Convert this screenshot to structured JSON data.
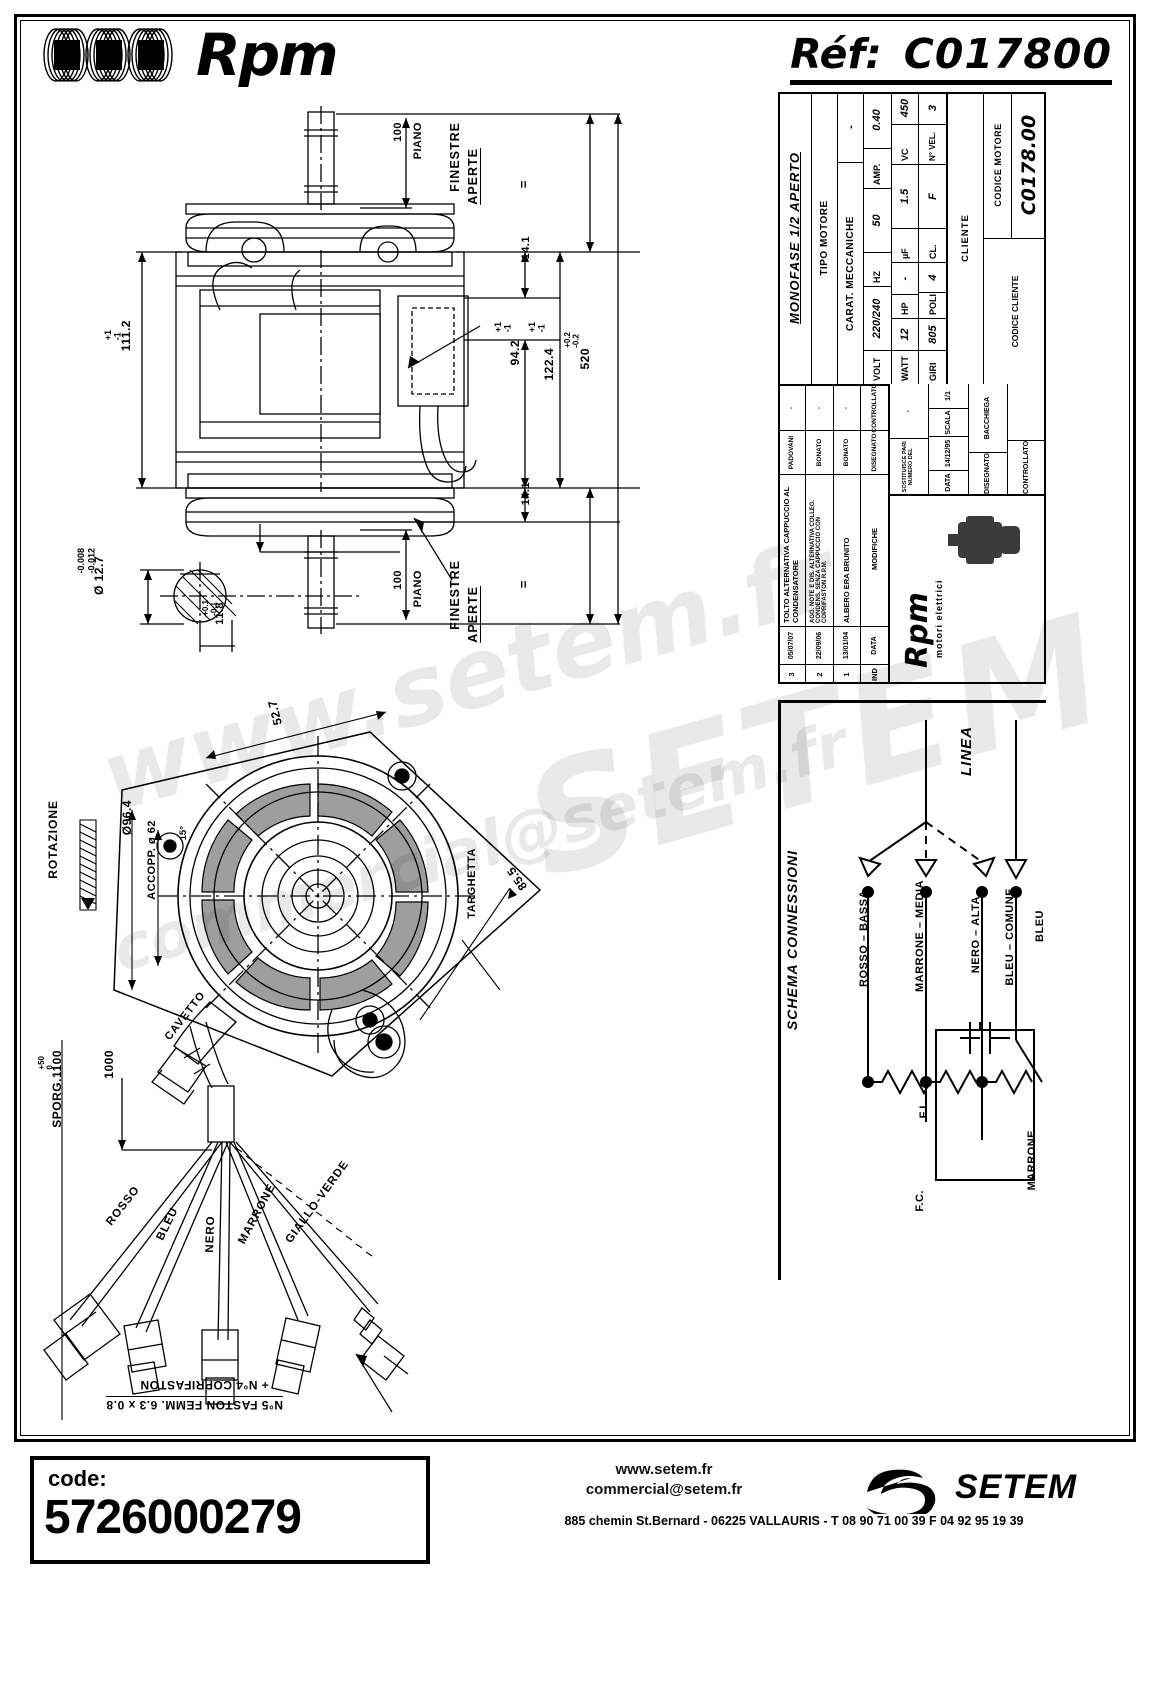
{
  "header": {
    "brand": "Rpm",
    "ref_label": "Réf:",
    "ref_value": "C017800"
  },
  "title_block": {
    "revisions": [
      {
        "ind": "3",
        "date": "05/07/07",
        "desc": "TOLTO ALTERNATIVA CAPPUCCIO AL CONDENSATORE",
        "disegnato": "PADOVANI",
        "controllato": "-"
      },
      {
        "ind": "2",
        "date": "22/09/06",
        "desc": "AGG. NOTE E DIS. ALTERNATIVA COLLEG. CONDENS. SENZA CAPPUCCIO CON COPRIFASTON R.P.M.",
        "disegnato": "BONATO",
        "controllato": "-"
      },
      {
        "ind": "1",
        "date": "13/01/04",
        "desc": "ALBERO ERA BRUNITO",
        "disegnato": "BONATO",
        "controllato": "-"
      },
      {
        "ind": "IND",
        "date": "DATA",
        "desc": "MODIFICHE",
        "disegnato": "DISEGNATO",
        "controllato": "CONTROLLATO"
      }
    ],
    "tipo_motore_label": "TIPO MOTORE",
    "tipo_motore_value": "MONOFASE 1/2 APERTO",
    "carat_mecc_label": "CARAT. MECCANICHE",
    "carat_mecc_value": "-",
    "electrical": [
      {
        "label": "VOLT",
        "value": "220/240",
        "label2": "HZ",
        "value2": "50",
        "label3": "AMP.",
        "value3": "0.40"
      },
      {
        "label": "WATT",
        "value": "12",
        "label2": "µF",
        "value2": "1.5",
        "label3": "VC",
        "value3": "450"
      },
      {
        "label": "GIRI",
        "value": "805",
        "label2": "CL.",
        "value2": "F",
        "label3": "N° VEL.",
        "value3": "3"
      }
    ],
    "hp_label": "HP",
    "hp_value": "-",
    "poli_label": "POLI",
    "poli_value": "4",
    "cliente_label": "CLIENTE",
    "codice_cliente_label": "CODICE CLIENTE",
    "codice_motore_label": "CODICE MOTORE",
    "codice_motore_value": "C0178.00",
    "rpm_mini": "Rpm",
    "rpm_sub": "motori elettrici",
    "meta": [
      {
        "label": "SOSTITUISCE PARI NUMERO DEL",
        "value": "-"
      },
      {
        "label": "DATA",
        "value": "14/12/95",
        "label2": "SCALA",
        "value2": "1/1"
      },
      {
        "label": "DISEGNATO",
        "value": "BACCHIEGA"
      },
      {
        "label": "CONTROLLATO",
        "value": ""
      }
    ]
  },
  "schema": {
    "title": "SCHEMA CONNESSIONI",
    "linea": "LINEA",
    "taps": [
      {
        "wire": "ROSSO",
        "speed": "BASSA"
      },
      {
        "wire": "MARRONE",
        "speed": "MEDIA"
      },
      {
        "wire": "NERO",
        "speed": "ALTA"
      },
      {
        "wire": "BLEU",
        "speed": "COMUNE"
      }
    ],
    "fl_label": "F.L.",
    "fc_label": "F.C.",
    "cap_wire_top": "BLEU",
    "cap_wire_bottom": "MARRONE"
  },
  "drawing": {
    "dim_100_top": "100",
    "piano_top": "PIANO",
    "finestre_aperte_top": "FINESTRE APERTE",
    "dim_141_top": "14.1",
    "dim_111_2": "111.2",
    "tol_pm1": "+1 -1",
    "dim_94_2": "94.2",
    "dim_122_4": "122.4",
    "dim_520": "520",
    "tol_520": "+0.2 -0.2",
    "dim_141_bottom": "14.1",
    "dim_100_bottom": "100",
    "piano_bottom": "PIANO",
    "finestre_aperte_bottom": "FINESTRE APERTE",
    "equals_top": "=",
    "equals_bottom": "=",
    "shaft_dia": "Ø 12.7",
    "shaft_tol": "-0.008 -0.012",
    "shaft_flat": "11.8",
    "shaft_flat_tol": "+0.1 -0.1",
    "dim_52_7": "52.7",
    "dim_96_4": "Ø96.4",
    "accopp": "ACCOPP. ø 62",
    "angle_15": "15°",
    "rotazione": "ROTAZIONE",
    "targhetta": "TARGHETTA",
    "dim_85_5": "85.5",
    "cavetto": "CAVETTO",
    "sporg": "SPORG.1100",
    "sporg_tol": "+50 0",
    "dim_1000": "1000",
    "wires": [
      "ROSSO",
      "BLEU",
      "NERO",
      "MARRONE",
      "GIALLO-VERDE"
    ],
    "faston_note_1": "N°5 FASTON FEMM. 6.3 x 0.8",
    "faston_note_2": "+ N°4 COPRIFASTON"
  },
  "footer": {
    "code_label": "code:",
    "code_value": "5726000279",
    "site": "www.setem.fr",
    "email": "commercial@setem.fr",
    "brand": "SETEM",
    "address": "885 chemin St.Bernard  -   06225 VALLAURIS  -  T 08 90 71 00 39   F 04 92 95 19 39"
  },
  "watermark": {
    "line1": "www.setem.fr",
    "line2": "commercial@setem.fr",
    "line3": "SETEM"
  }
}
